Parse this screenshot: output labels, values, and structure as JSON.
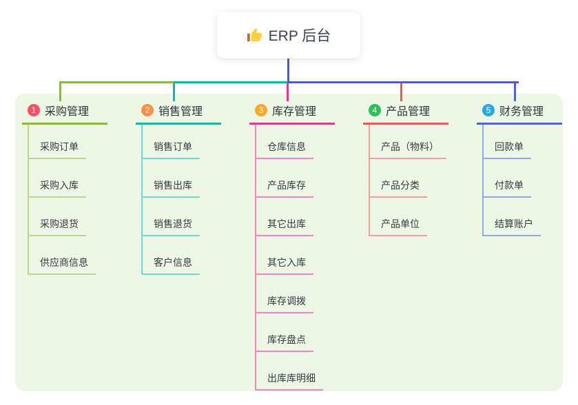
{
  "root": {
    "label": "ERP 后台",
    "icon": "thumbs-up-icon"
  },
  "colors": {
    "canvas_bg": "#ffffff",
    "panel_bg": "#ecf7e6",
    "root_connector": "#4a5bc8",
    "root_text": "#3b4254",
    "node_text": "#363b41",
    "thumb_hand": "#fcd042",
    "thumb_sleeve": "#b5722a"
  },
  "branches": [
    {
      "badge": "1",
      "label": "采购管理",
      "badge_color": "#f8506a",
      "line_color": "#84ba40",
      "child_line_color": "#b7d98f",
      "children": [
        "采购订单",
        "采购入库",
        "采购退货",
        "供应商信息"
      ]
    },
    {
      "badge": "2",
      "label": "销售管理",
      "badge_color": "#ff8f45",
      "line_color": "#14b3ab",
      "child_line_color": "#7cd4cf",
      "children": [
        "销售订单",
        "销售出库",
        "销售退货",
        "客户信息"
      ]
    },
    {
      "badge": "3",
      "label": "库存管理",
      "badge_color": "#ffa726",
      "line_color": "#d63b9a",
      "child_line_color": "#ee86c4",
      "children": [
        "仓库信息",
        "产品库存",
        "其它出库",
        "其它入库",
        "库存调拨",
        "库存盘点",
        "出库库明细"
      ]
    },
    {
      "badge": "4",
      "label": "产品管理",
      "badge_color": "#2fbe58",
      "line_color": "#ef5656",
      "child_line_color": "#f59e9e",
      "children": [
        "产品（物料）",
        "产品分类",
        "产品单位"
      ]
    },
    {
      "badge": "5",
      "label": "财务管理",
      "badge_color": "#2ba7df",
      "line_color": "#4a66c8",
      "child_line_color": "#93a7e2",
      "children": [
        "回款单",
        "付款单",
        "结算账户"
      ]
    }
  ],
  "layout_note": ""
}
